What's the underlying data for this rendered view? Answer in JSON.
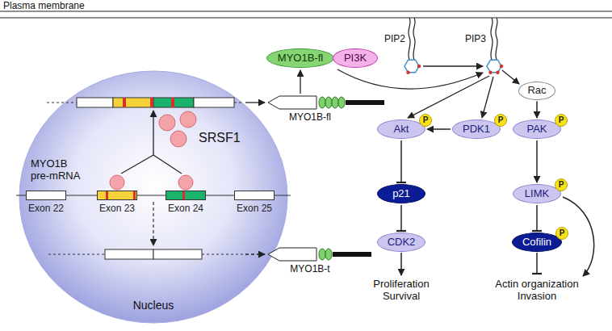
{
  "diagram": {
    "nodes": [
      {
        "text": [
          "MYO1B-fl"
        ]
      },
      {
        "text": [
          "PI3K"
        ]
      },
      {
        "text": [
          "Rac"
        ]
      },
      {
        "text": [
          "Akt"
        ]
      },
      {
        "text": [
          "PDK1"
        ]
      },
      {
        "text": [
          "PAK"
        ]
      },
      {
        "text": [
          "p21"
        ]
      },
      {
        "text": [
          "LIMK"
        ]
      },
      {
        "text": [
          "CDK2"
        ]
      },
      {
        "text": [
          "Cofilin"
        ]
      },
      {
        "text": [
          "Nucleus"
        ]
      },
      {
        "text": [
          "Exon 22"
        ],
        "in": 10
      },
      {
        "text": [
          "Exon 23"
        ],
        "in": 10
      },
      {
        "text": [
          "Exon 24"
        ],
        "in": 10
      },
      {
        "text": [
          "Exon 25"
        ],
        "in": 10
      }
    ],
    "edges": [
      {
        "from": 4,
        "to": 3,
        "arrow": "to"
      },
      {
        "from": 3,
        "to": 6,
        "arrow": "to"
      },
      {
        "from": 6,
        "to": 8,
        "arrow": "to"
      },
      {
        "from": 2,
        "to": 5,
        "arrow": "to"
      },
      {
        "from": 5,
        "to": 7,
        "arrow": "to"
      },
      {
        "from": 7,
        "to": 9,
        "arrow": "to"
      }
    ],
    "labels": [
      "Plasma membrane",
      "MYO1B pre-mRNA",
      "SRSF1",
      "MYO1B-fl",
      "MYO1B-t",
      "PIP2",
      "PIP3",
      "Proliferation Survival",
      "Actin organization Invasion",
      "P",
      "P",
      "P",
      "P",
      "P"
    ]
  }
}
